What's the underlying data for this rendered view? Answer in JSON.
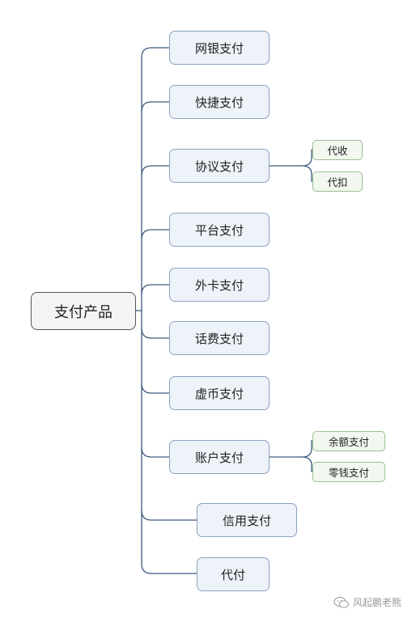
{
  "root": {
    "label": "支付产品"
  },
  "branches": [
    {
      "label": "网银支付"
    },
    {
      "label": "快捷支付"
    },
    {
      "label": "协议支付",
      "children": [
        "代收",
        "代扣"
      ]
    },
    {
      "label": "平台支付"
    },
    {
      "label": "外卡支付"
    },
    {
      "label": "话费支付"
    },
    {
      "label": "虚币支付"
    },
    {
      "label": "账户支付",
      "children": [
        "余额支付",
        "零钱支付"
      ]
    },
    {
      "label": "信用支付"
    },
    {
      "label": "代付"
    }
  ],
  "watermark": {
    "text": "风起鹏老熊"
  },
  "colors": {
    "connector": "#3d5a80",
    "branch_border": "#8aa2c0",
    "branch_fill": "#eef2f9",
    "leaf_border": "#9dbf95",
    "leaf_fill": "#f2f7ef",
    "root_border": "#555555"
  }
}
